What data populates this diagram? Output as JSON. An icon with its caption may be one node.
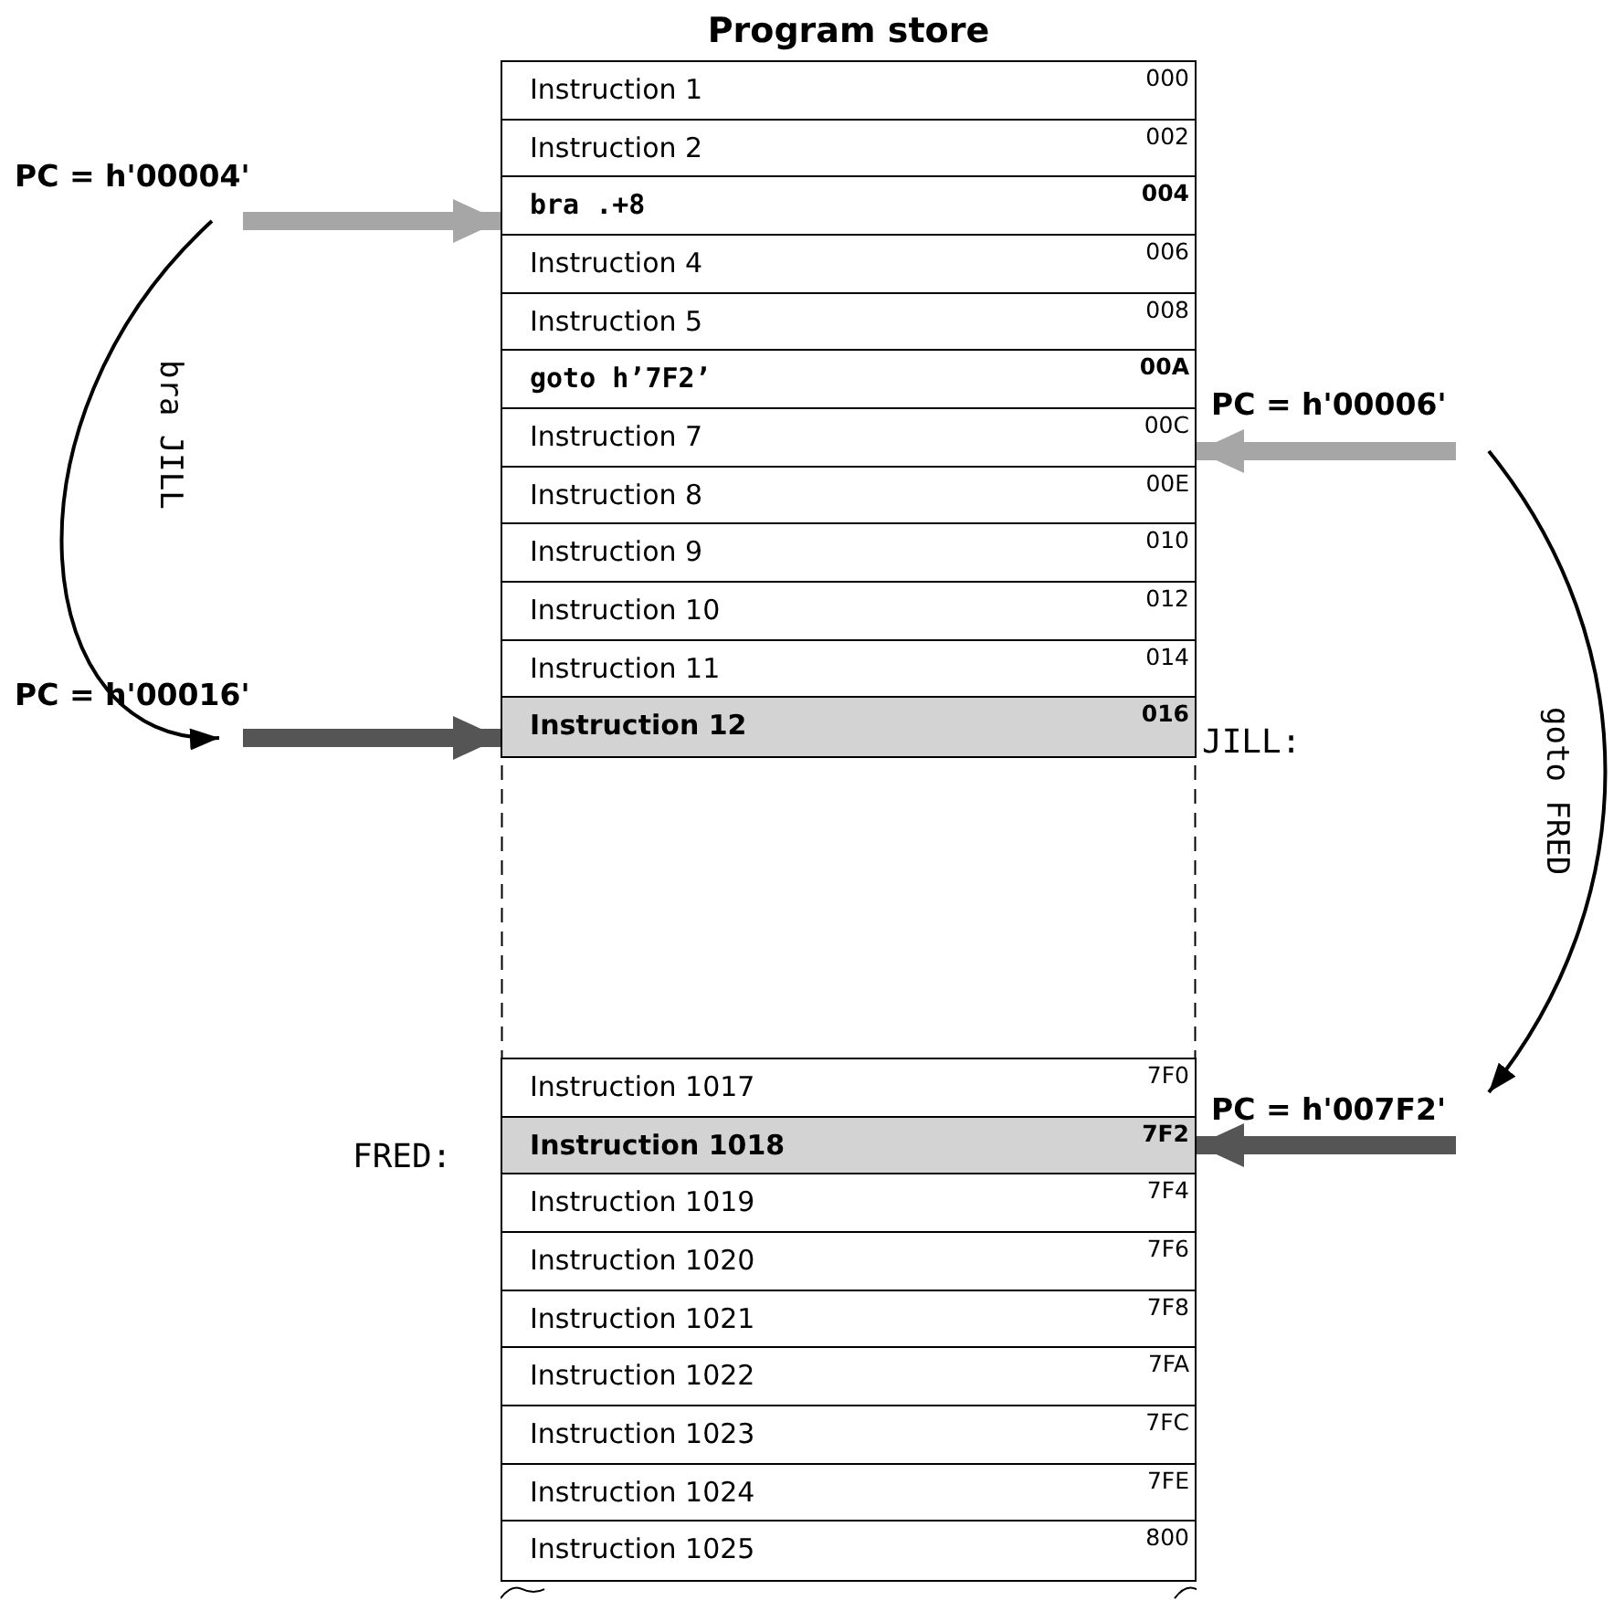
{
  "diagram": {
    "nodes": [
      {
        "text": [
          "Program store"
        ]
      },
      {
        "text": [
          "Instruction 1",
          "000"
        ],
        "in": 0
      },
      {
        "text": [
          "Instruction 2",
          "002"
        ],
        "in": 0
      },
      {
        "text": [
          "bra .+8",
          "004"
        ],
        "in": 0
      },
      {
        "text": [
          "Instruction 4",
          "006"
        ],
        "in": 0
      },
      {
        "text": [
          "Instruction 5",
          "008"
        ],
        "in": 0
      },
      {
        "text": [
          "goto h’7F2’",
          "00A"
        ],
        "in": 0
      },
      {
        "text": [
          "Instruction 7",
          "00C"
        ],
        "in": 0
      },
      {
        "text": [
          "Instruction 8",
          "00E"
        ],
        "in": 0
      },
      {
        "text": [
          "Instruction 9",
          "010"
        ],
        "in": 0
      },
      {
        "text": [
          "Instruction 10",
          "012"
        ],
        "in": 0
      },
      {
        "text": [
          "Instruction 11",
          "014"
        ],
        "in": 0
      },
      {
        "text": [
          "Instruction 12",
          "016"
        ],
        "in": 0,
        "beside": [
          "JILL:"
        ]
      },
      {
        "text": [
          "Instruction 1017",
          "7F0"
        ],
        "in": 0
      },
      {
        "text": [
          "Instruction 1018",
          "7F2"
        ],
        "in": 0,
        "beside": [
          "FRED:"
        ]
      },
      {
        "text": [
          "Instruction 1019",
          "7F4"
        ],
        "in": 0
      },
      {
        "text": [
          "Instruction 1020",
          "7F6"
        ],
        "in": 0
      },
      {
        "text": [
          "Instruction 1021",
          "7F8"
        ],
        "in": 0
      },
      {
        "text": [
          "Instruction 1022",
          "7FA"
        ],
        "in": 0
      },
      {
        "text": [
          "Instruction 1023",
          "7FC"
        ],
        "in": 0
      },
      {
        "text": [
          "Instruction 1024",
          "7FE"
        ],
        "in": 0
      },
      {
        "text": [
          "Instruction 1025",
          "800"
        ],
        "in": 0
      },
      {
        "text": [
          "PC = h'00004'"
        ]
      },
      {
        "text": [
          "PC = h'00006'"
        ]
      },
      {
        "text": [
          "PC = h'00016'"
        ]
      },
      {
        "text": [
          "PC = h'007F2'"
        ]
      }
    ],
    "edges": [
      {
        "from": 22,
        "to": 3,
        "arrow": "to",
        "color": "#a6a6a6"
      },
      {
        "from": 22,
        "to": 24,
        "arrow": "to",
        "label": "bra JILL",
        "color": "#000000"
      },
      {
        "from": 24,
        "to": 12,
        "arrow": "to",
        "color": "#555555"
      },
      {
        "from": 23,
        "to": 7,
        "arrow": "to",
        "color": "#a6a6a6"
      },
      {
        "from": 23,
        "to": 25,
        "arrow": "to",
        "label": "goto FRED",
        "color": "#000000"
      },
      {
        "from": 25,
        "to": 14,
        "arrow": "to",
        "color": "#555555"
      }
    ]
  }
}
